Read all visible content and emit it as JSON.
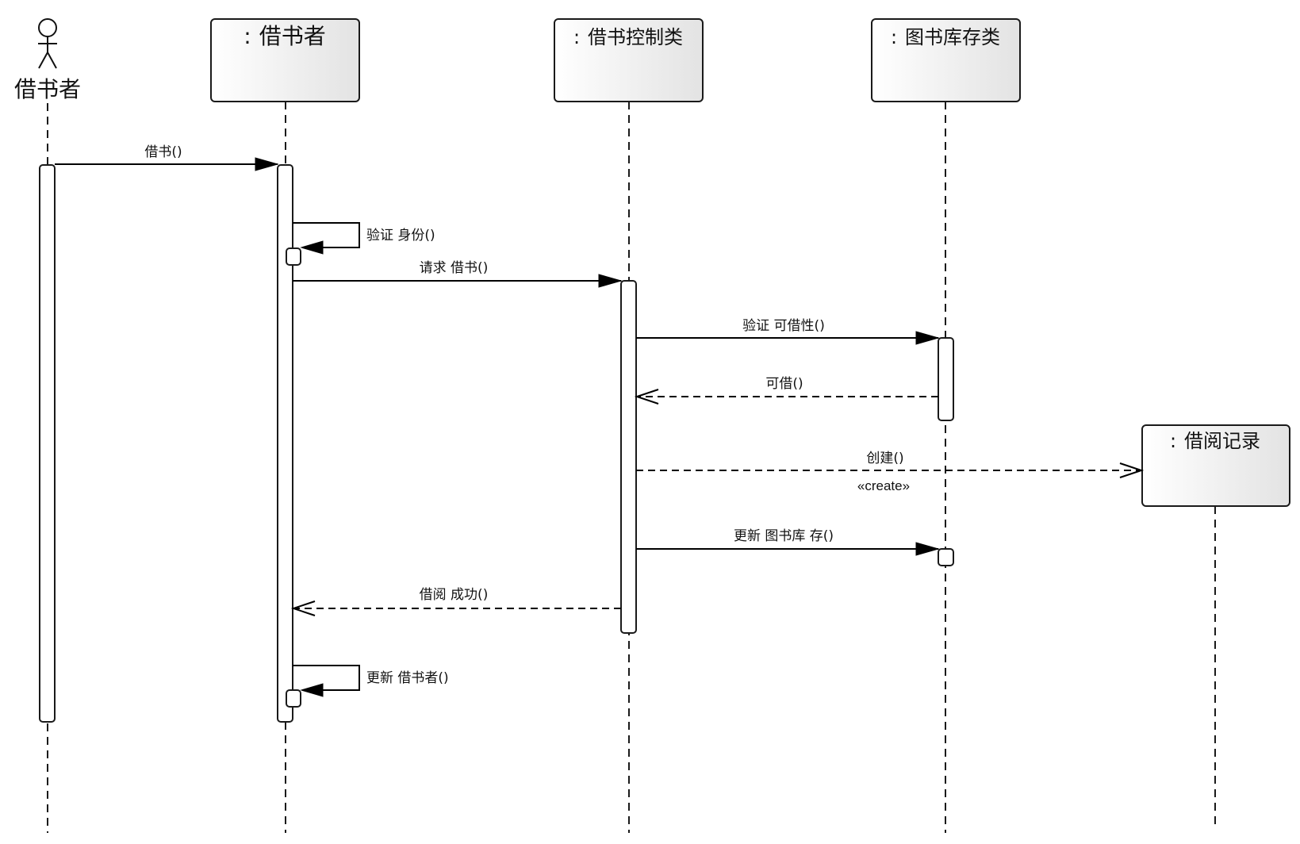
{
  "diagram": {
    "type": "UML sequence diagram",
    "actor": {
      "id": "borrower_actor",
      "label": "借书者",
      "icon": "stick-figure-actor-icon"
    },
    "objects": [
      {
        "id": "borrower",
        "prefix": ":",
        "name": "借书者"
      },
      {
        "id": "controller",
        "prefix": ":",
        "name": "借书控制类"
      },
      {
        "id": "inventory",
        "prefix": ":",
        "name": "图书库存类"
      },
      {
        "id": "record",
        "prefix": ":",
        "name": "借阅记录"
      }
    ],
    "messages": [
      {
        "order": 1,
        "from": "borrower_actor",
        "to": "borrower",
        "label": "借书()",
        "kind": "sync"
      },
      {
        "order": 2,
        "from": "borrower",
        "to": "borrower",
        "label": "验证 身份()",
        "kind": "self"
      },
      {
        "order": 3,
        "from": "borrower",
        "to": "controller",
        "label": "请求 借书()",
        "kind": "sync"
      },
      {
        "order": 4,
        "from": "controller",
        "to": "inventory",
        "label": "验证 可借性()",
        "kind": "sync"
      },
      {
        "order": 5,
        "from": "inventory",
        "to": "controller",
        "label": "可借()",
        "kind": "return"
      },
      {
        "order": 6,
        "from": "controller",
        "to": "record",
        "label": "创建()",
        "stereotype": "«create»",
        "kind": "create"
      },
      {
        "order": 7,
        "from": "controller",
        "to": "inventory",
        "label": "更新 图书库 存()",
        "kind": "sync"
      },
      {
        "order": 8,
        "from": "controller",
        "to": "borrower",
        "label": "借阅 成功()",
        "kind": "return"
      },
      {
        "order": 9,
        "from": "borrower",
        "to": "borrower",
        "label": "更新 借书者()",
        "kind": "self"
      }
    ]
  }
}
